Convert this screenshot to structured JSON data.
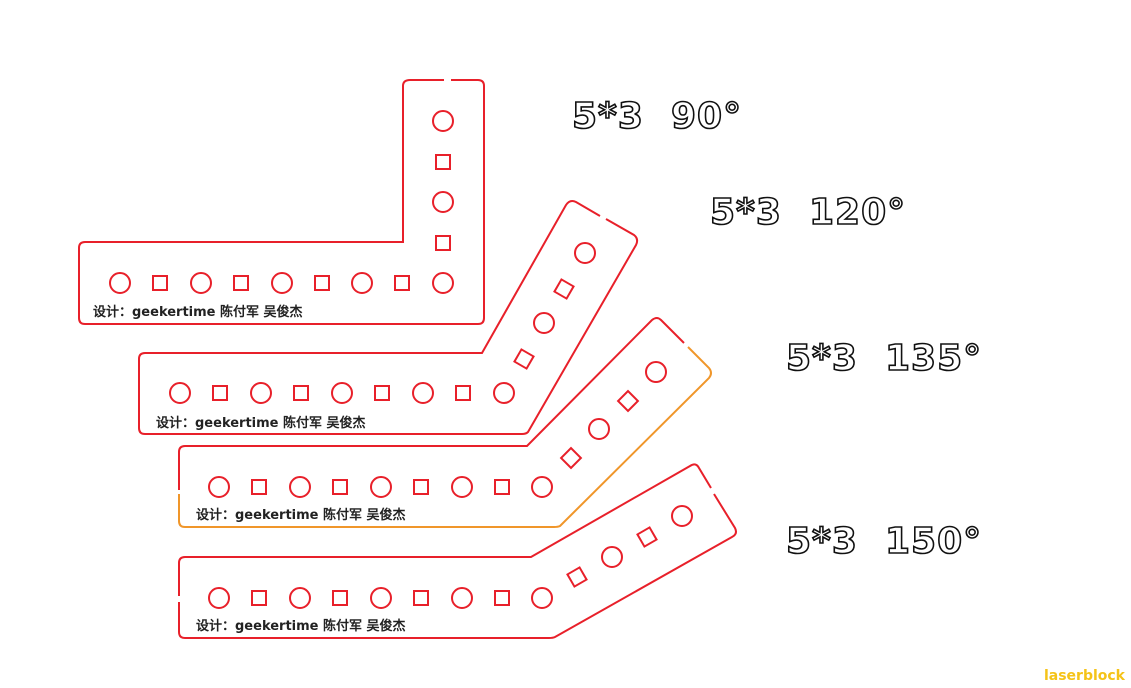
{
  "pieces": [
    {
      "name": "bracket-90",
      "label": "5*3  90°",
      "credit": "设计：geekertime 陈付军 吴俊杰",
      "outline_color": "#e8202a"
    },
    {
      "name": "bracket-120",
      "label": "5*3  120°",
      "credit": "设计：geekertime 陈付军 吴俊杰",
      "outline_color": "#e8202a"
    },
    {
      "name": "bracket-135",
      "label": "5*3  135°",
      "credit": "设计：geekertime 陈付军 吴俊杰",
      "outline_color": "#e8202a",
      "highlight_color": "#f0962a"
    },
    {
      "name": "bracket-150",
      "label": "5*3  150°",
      "credit": "设计：geekertime 陈付军 吴俊杰",
      "outline_color": "#e8202a"
    }
  ],
  "brand": "laserblock"
}
